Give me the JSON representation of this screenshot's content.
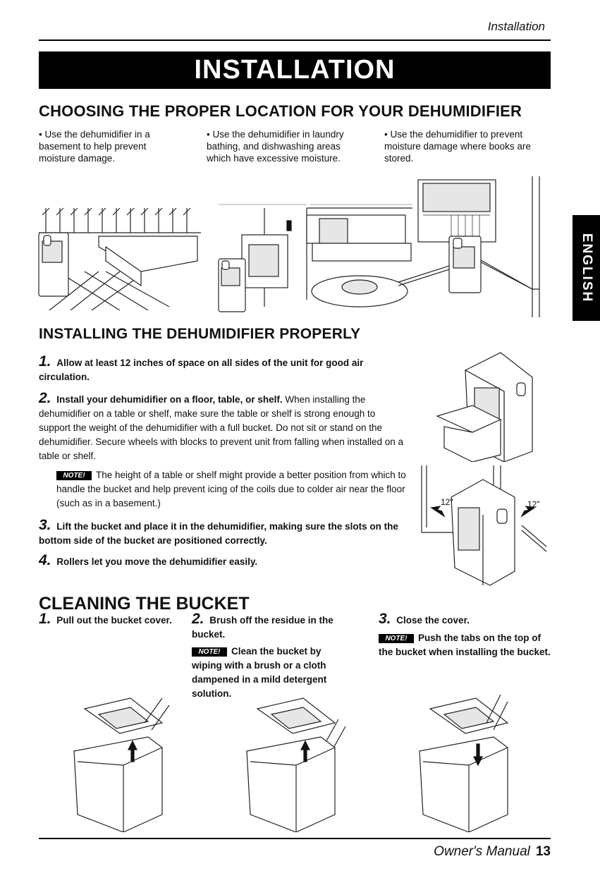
{
  "header": {
    "running_title": "Installation"
  },
  "banner": {
    "title": "INSTALLATION"
  },
  "side_tab": {
    "label": "ENGLISH"
  },
  "section_location": {
    "heading": "CHOOSING THE PROPER LOCATION FOR YOUR DEHUMIDIFIER",
    "columns": [
      "• Use the dehumidifier in a basement to help prevent moisture damage.",
      "• Use the dehumidifier in laundry bathing, and dishwashing areas which have excessive moisture.",
      "• Use the dehumidifier to prevent moisture damage where books are stored."
    ]
  },
  "section_install": {
    "heading": "INSTALLING THE DEHUMIDIFIER PROPERLY",
    "step1": {
      "num": "1.",
      "bold": "Allow at least 12 inches of space on all sides of the unit for good air circulation."
    },
    "step2": {
      "num": "2.",
      "bold": "Install your dehumidifier on a floor, table, or shelf.",
      "text": " When installing the dehumidifier on a table or shelf, make sure the table or shelf is strong enough to support the weight of the dehumidifier with a full bucket. Do not sit or stand on the dehumidifier. Secure wheels with blocks to prevent unit from falling when installed on a table or shelf."
    },
    "note": {
      "badge": "NOTE!",
      "text": "The height of a table or shelf might provide a better position from which to handle the bucket and help prevent icing of the coils due to colder air near the floor (such as in a basement.)"
    },
    "step3": {
      "num": "3.",
      "bold": "Lift the bucket and place it in the dehumidifier, making sure the slots on the bottom side of the bucket are positioned correctly."
    },
    "step4": {
      "num": "4.",
      "bold": "Rollers let you move the dehumidifier easily."
    },
    "clearance_left": "12\"",
    "clearance_right": "12\""
  },
  "section_cleaning": {
    "heading": "CLEANING THE BUCKET",
    "step1": {
      "num": "1.",
      "text": "Pull out the bucket cover."
    },
    "step2": {
      "num": "2.",
      "text": "Brush off the residue in the bucket."
    },
    "note2": {
      "badge": "NOTE!",
      "text": "Clean the bucket by wiping with a brush or a cloth dampened in a mild detergent solution."
    },
    "step3": {
      "num": "3.",
      "text": "Close the cover."
    },
    "note3": {
      "badge": "NOTE!",
      "text": "Push the tabs on the top of the bucket when installing the bucket."
    }
  },
  "footer": {
    "manual": "Owner's Manual",
    "page": "13"
  }
}
